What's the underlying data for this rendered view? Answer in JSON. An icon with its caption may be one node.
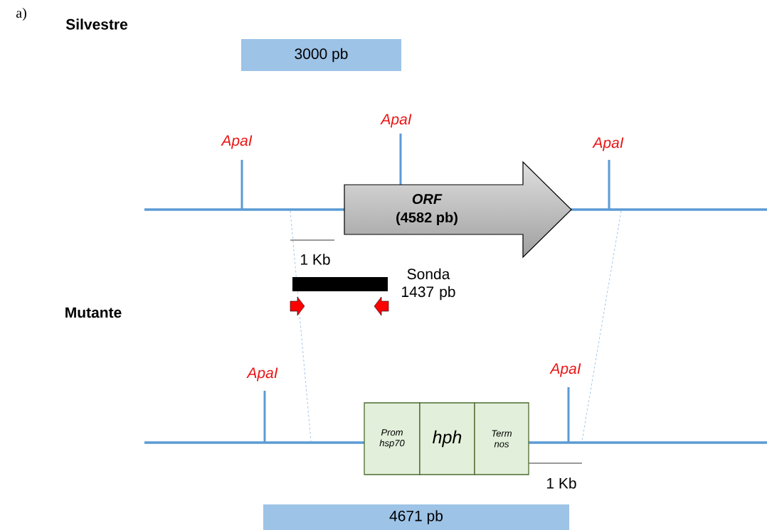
{
  "diagram": {
    "nodes": [
      {
        "text": [
          "3000 pb"
        ]
      },
      {
        "text": [
          "ORF",
          "(4582 pb)"
        ]
      },
      {
        "text": [],
        "shape": "bar",
        "beside": [
          "Sonda 1437 pb"
        ]
      },
      {
        "text": [
          "Prom hsp70"
        ]
      },
      {
        "text": [
          "hph"
        ]
      },
      {
        "text": [
          "Term nos"
        ]
      },
      {
        "text": [
          "4671 pb"
        ]
      }
    ],
    "labels": [
      "a)",
      "Silvestre",
      "ApaI",
      "ApaI",
      "ApaI",
      "1 Kb",
      "Mutante",
      "ApaI",
      "ApaI",
      "1 Kb"
    ]
  }
}
